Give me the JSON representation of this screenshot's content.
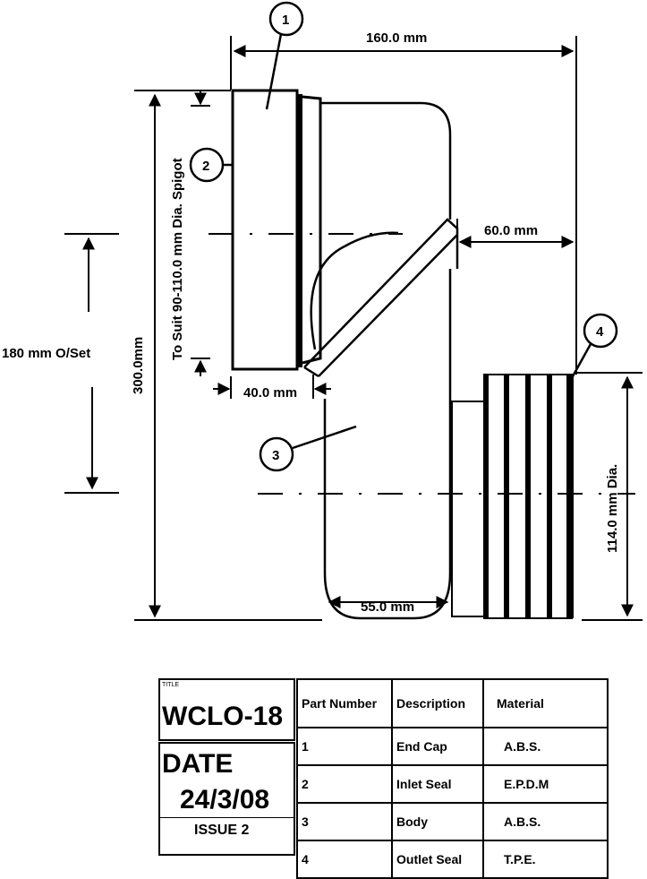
{
  "dimensions": {
    "overall_width": "160.0 mm",
    "outlet_offset": "60.0 mm",
    "inlet_step": "40.0 mm",
    "body_width": "55.0 mm",
    "overall_height": "300.0mm",
    "spigot_note": "To Suit 90-110.0 mm Dia. Spigot",
    "offset_note": "180 mm O/Set",
    "outlet_dia": "114.0 mm Dia."
  },
  "balloons": [
    "1",
    "2",
    "3",
    "4"
  ],
  "title_block": {
    "title_label": "TITLE",
    "title": "WCLO-18",
    "date_label": "DATE",
    "date": "24/3/08",
    "issue": "ISSUE 2"
  },
  "parts_table": {
    "headers": [
      "Part Number",
      "Description",
      "Material"
    ],
    "rows": [
      [
        "1",
        "End Cap",
        "A.B.S."
      ],
      [
        "2",
        "Inlet Seal",
        "E.P.D.M"
      ],
      [
        "3",
        "Body",
        "A.B.S."
      ],
      [
        "4",
        "Outlet Seal",
        "T.P.E."
      ]
    ]
  }
}
